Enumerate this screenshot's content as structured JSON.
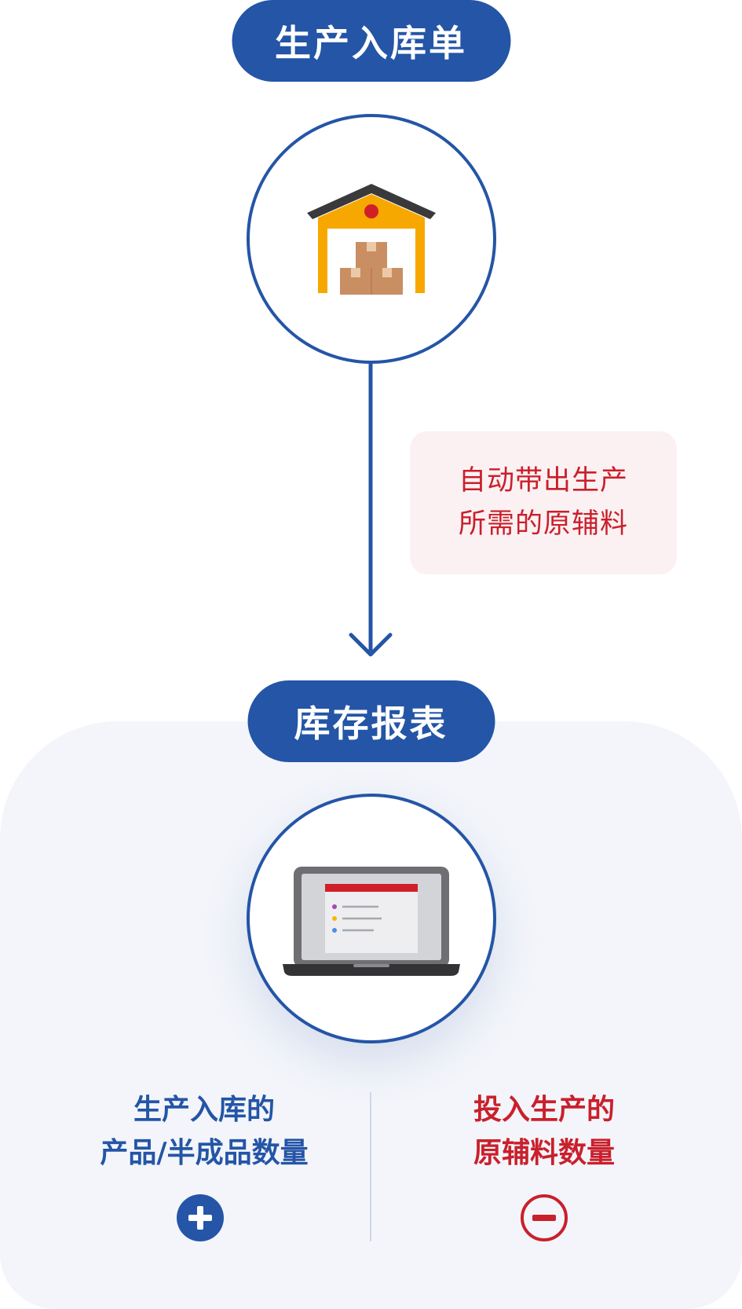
{
  "top_title": "生产入库单",
  "note": {
    "line1": "自动带出生产",
    "line2": "所需的原辅料"
  },
  "bottom_title": "库存报表",
  "left_block": {
    "line1": "生产入库的",
    "line2": "产品/半成品数量",
    "sign_icon": "plus-circle-icon"
  },
  "right_block": {
    "line1": "投入生产的",
    "line2": "原辅料数量",
    "sign_icon": "minus-circle-icon"
  },
  "colors": {
    "brand_blue": "#2455A6",
    "accent_red": "#C9202C",
    "note_bg": "#FCF1F2",
    "panel_bg": "#F3F5FA"
  }
}
